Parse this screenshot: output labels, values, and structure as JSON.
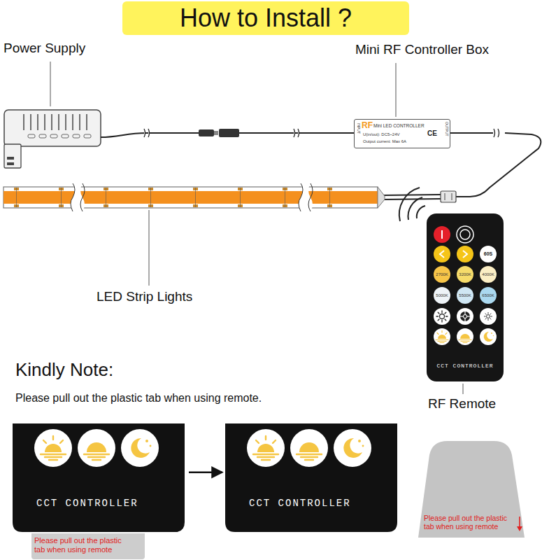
{
  "diagram": {
    "title": "How to Install ?",
    "nodes": [
      {
        "text": [
          "INPUT",
          "RF",
          "Mini LED CONTROLLER",
          "U(in/out): DC5~24V",
          "Output current: Max 6A",
          "CE",
          "OUTPUT"
        ]
      },
      {
        "text": [
          "CCT CONTROLLER"
        ]
      },
      {
        "text": [
          "60S"
        ],
        "in": 1
      },
      {
        "text": [
          "2700K"
        ],
        "in": 1
      },
      {
        "text": [
          "3200K"
        ],
        "in": 1
      },
      {
        "text": [
          "4000K"
        ],
        "in": 1
      },
      {
        "text": [
          "5000K"
        ],
        "in": 1
      },
      {
        "text": [
          "5500K"
        ],
        "in": 1
      },
      {
        "text": [
          "6500K"
        ],
        "in": 1
      },
      {
        "text": [
          "CCT CONTROLLER"
        ]
      },
      {
        "text": [
          "Please pull out the plastic tab when using remote"
        ]
      },
      {
        "text": [
          "CCT CONTROLLER"
        ]
      },
      {
        "text": [
          "Please pull out the plastic tab when using remote"
        ]
      }
    ],
    "edges": [
      {
        "from": 9,
        "to": 11,
        "arrow": "to"
      }
    ],
    "labels": [
      "Power Supply",
      "Mini RF Controller Box",
      "LED Strip Lights",
      "RF Remote",
      "Kindly Note:",
      "Please pull out the plastic tab when using remote."
    ]
  }
}
